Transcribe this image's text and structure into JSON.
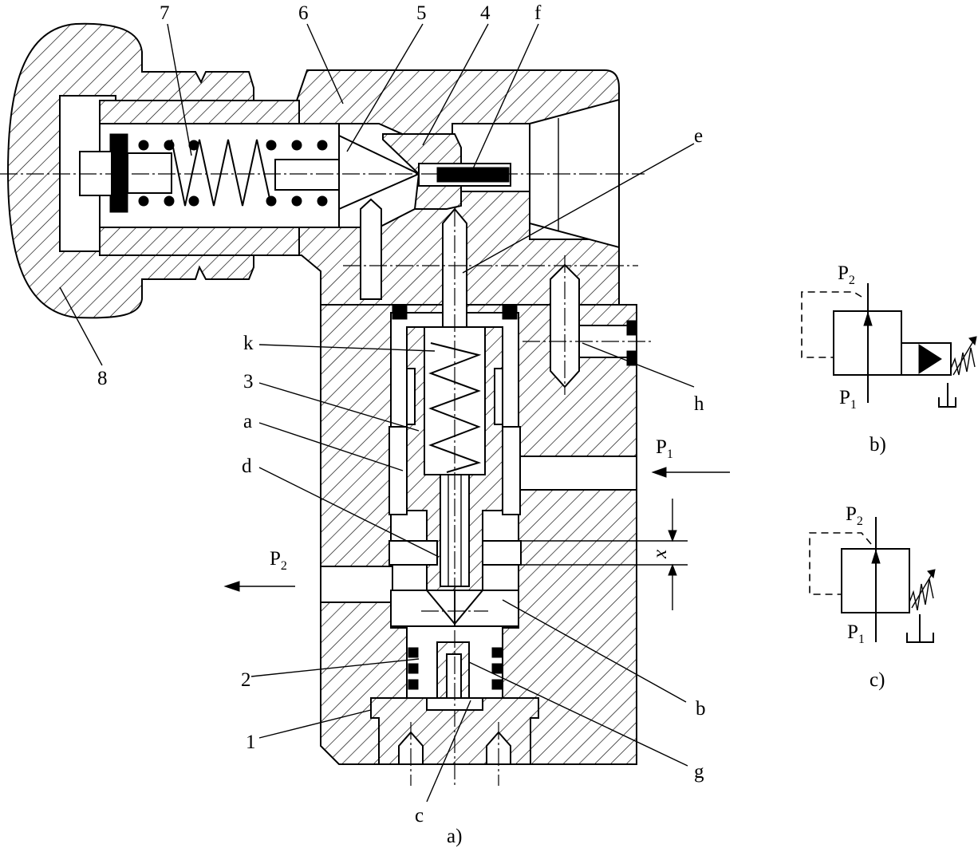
{
  "callouts": {
    "n1": "1",
    "n2": "2",
    "n3": "3",
    "n4": "4",
    "n5": "5",
    "n6": "6",
    "n7": "7",
    "n8": "8",
    "a": "a",
    "b": "b",
    "c": "c",
    "d": "d",
    "e": "e",
    "f": "f",
    "g": "g",
    "h": "h",
    "k": "k",
    "x": "x"
  },
  "ports": {
    "p1_letter": "P",
    "p1_sub": "1",
    "p2_letter": "P",
    "p2_sub": "2"
  },
  "captions": {
    "a": "a)",
    "b": "b)",
    "c": "c)"
  },
  "symbol_b": {
    "top_letter": "P",
    "top_sub": "2",
    "bottom_letter": "P",
    "bottom_sub": "1"
  },
  "symbol_c": {
    "top_letter": "P",
    "top_sub": "2",
    "bottom_letter": "P",
    "bottom_sub": "1"
  }
}
